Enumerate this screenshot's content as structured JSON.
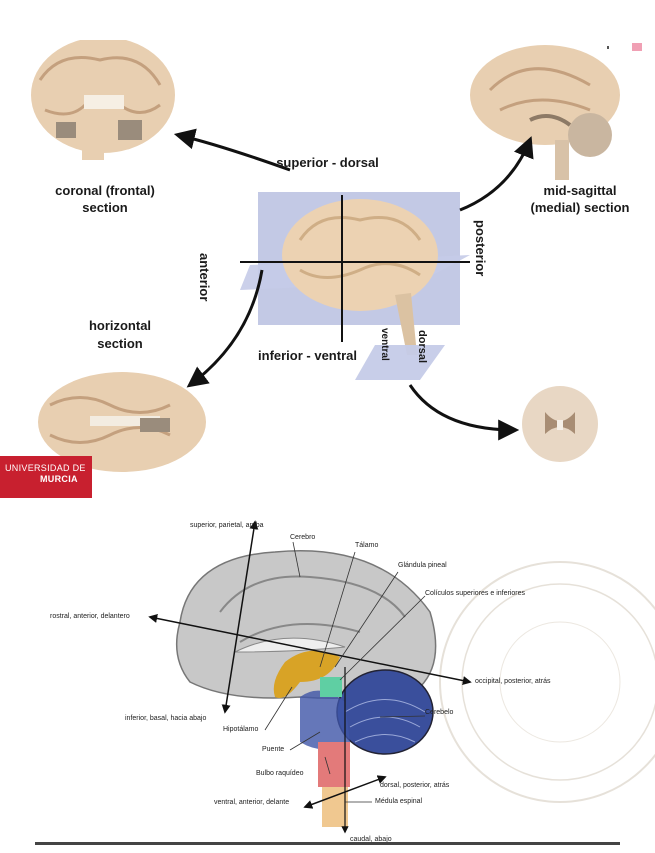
{
  "logo": {
    "line1": "UNIVERSIDAD DE",
    "line2": "MURCIA",
    "color": "#c8202f"
  },
  "top_figure": {
    "labels": {
      "coronal": "coronal (frontal)",
      "coronal2": "section",
      "superior": "superior - dorsal",
      "midsagittal": "mid-sagittal",
      "midsagittal2": "(medial) section",
      "anterior": "anterior",
      "posterior": "posterior",
      "horizontal": "horizontal",
      "horizontal2": "section",
      "inferior": "inferior - ventral",
      "ventral": "ventral",
      "dorsal": "dorsal"
    }
  },
  "bottom_figure": {
    "labels": {
      "superior": "superior, parietal, arriba",
      "cerebro": "Cerebro",
      "talamo": "Tálamo",
      "glandula": "Glándula pineal",
      "coliculos": "Colículos superiores e inferiores",
      "rostral": "rostral, anterior, delantero",
      "occipital": "occipital, posterior, atrás",
      "cerebelo": "Cerebelo",
      "inferior": "inferior, basal, hacia abajo",
      "hipotalamo": "Hipotálamo",
      "puente": "Puente",
      "bulbo": "Bulbo raquídeo",
      "dorsal": "dorsal, posterior, atrás",
      "ventral": "ventral, anterior, delante",
      "medula": "Médula espinal",
      "caudal": "caudal, abajo"
    }
  },
  "colors": {
    "brain": "#e6c9a8",
    "plane": "#b8bfe0",
    "thalamus": "#d8a326",
    "cerebellum": "#3a4f9c",
    "cortex": "#c8c8c8"
  }
}
